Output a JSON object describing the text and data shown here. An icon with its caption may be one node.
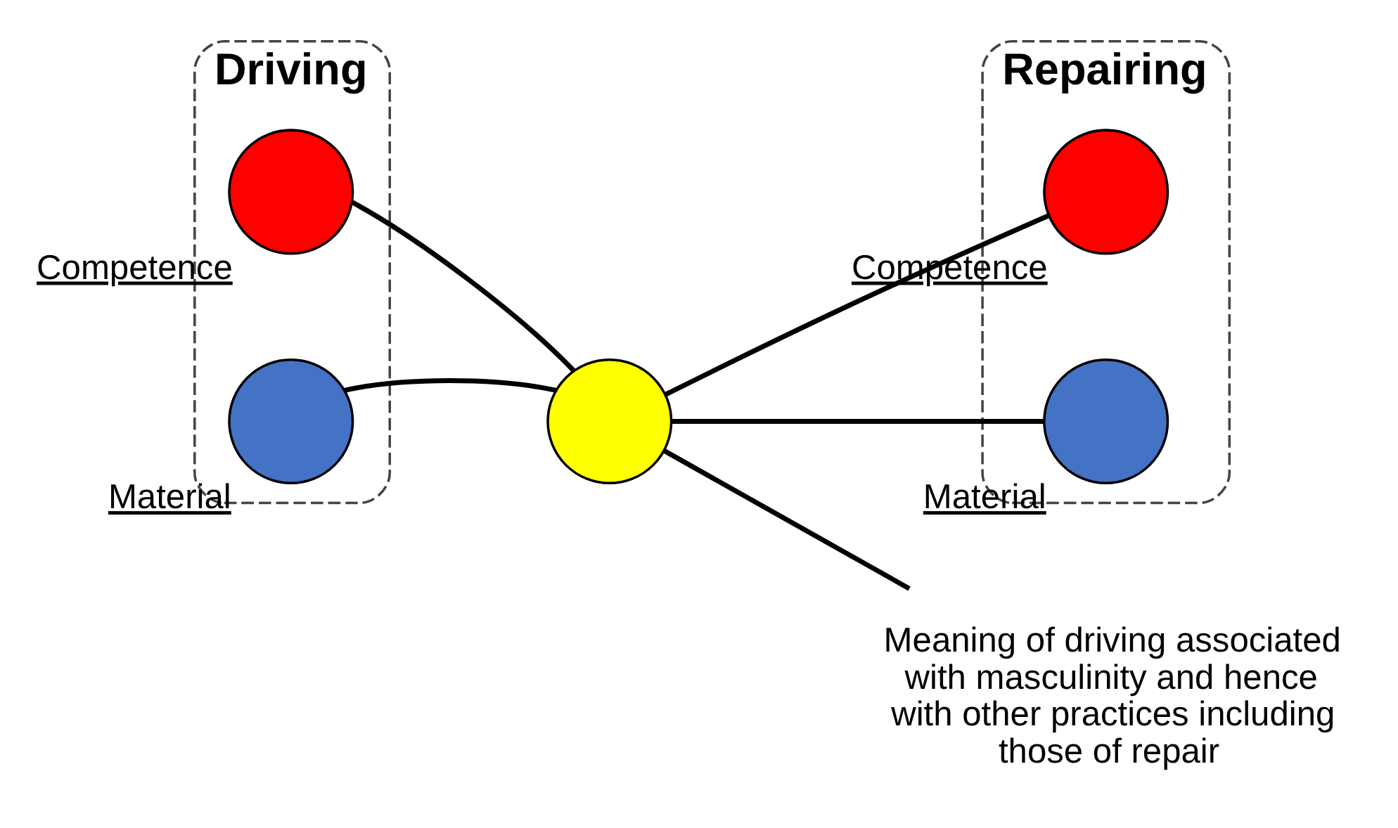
{
  "diagram": {
    "nodes": [
      {
        "text": [
          "Driving"
        ]
      },
      {
        "text": [
          "Repairing"
        ]
      },
      {
        "text": [],
        "shape": "circle",
        "in": 0,
        "beside": [
          "Competence"
        ]
      },
      {
        "text": [],
        "shape": "circle",
        "in": 0,
        "beside": [
          "Material"
        ]
      },
      {
        "text": [],
        "shape": "circle"
      },
      {
        "text": [],
        "shape": "circle",
        "in": 1,
        "beside": [
          "Competence"
        ]
      },
      {
        "text": [],
        "shape": "circle",
        "in": 1,
        "beside": [
          "Material"
        ]
      },
      {
        "text": [
          "Meaning of driving associated with masculinity and hence with other practices including those of repair"
        ]
      }
    ],
    "edges": [
      {
        "from": 4,
        "to": 2,
        "arrow": "none"
      },
      {
        "from": 4,
        "to": 3,
        "arrow": "none"
      },
      {
        "from": 4,
        "to": 5,
        "arrow": "none"
      },
      {
        "from": 4,
        "to": 7,
        "arrow": "none"
      },
      {
        "from": 4,
        "to": 6,
        "arrow": "none"
      }
    ]
  }
}
